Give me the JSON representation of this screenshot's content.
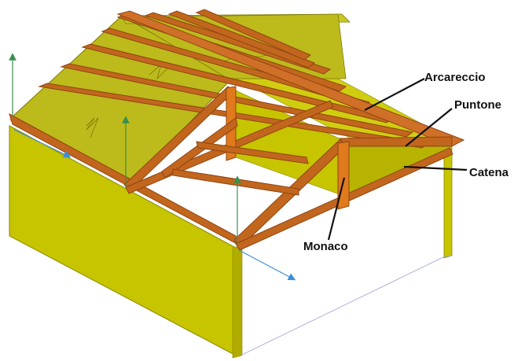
{
  "labels": {
    "arcareccio": "Arcareccio",
    "puntone": "Puntone",
    "catena": "Catena",
    "monaco": "Monaco"
  },
  "colors": {
    "wall": "#c7c400",
    "wall_shade": "#a9a700",
    "roof": "#bdba1c",
    "roof_dark": "#a7a410",
    "timber": "#c2661e",
    "timber_dark": "#8f4511",
    "timber_light": "#de8a40",
    "post": "#e07a1c",
    "axis_green": "#3a8f4f",
    "axis_blue": "#3b8fd6",
    "leader": "#111111"
  }
}
